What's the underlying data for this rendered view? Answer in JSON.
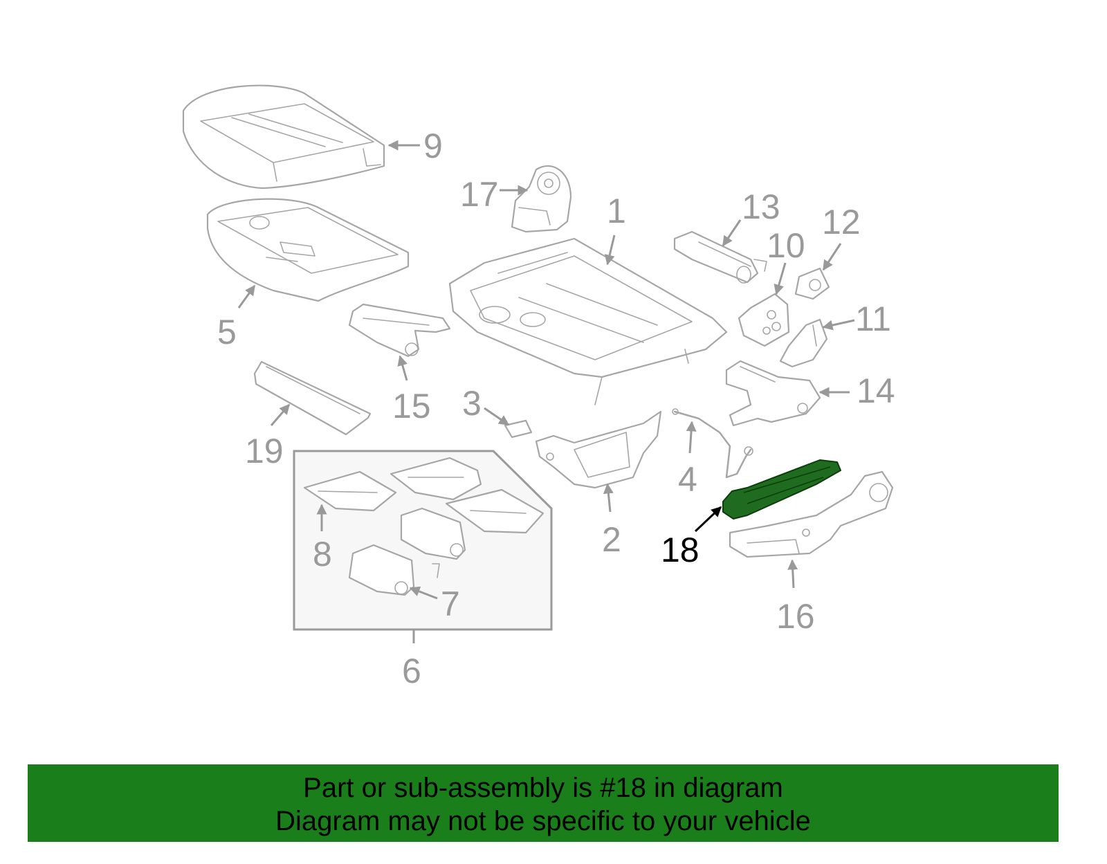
{
  "diagram": {
    "highlighted_part": "18",
    "callouts": [
      "1",
      "2",
      "3",
      "4",
      "5",
      "6",
      "7",
      "8",
      "9",
      "10",
      "11",
      "12",
      "13",
      "14",
      "15",
      "16",
      "17",
      "18",
      "19"
    ],
    "colors": {
      "highlight": "#1f6b1f",
      "banner": "#1a7f1a",
      "line": "#a6a6a6",
      "label": "#9a9a9a"
    }
  },
  "banner": {
    "line1": "Part or sub-assembly is #18 in diagram",
    "line2": "Diagram may not be specific to your vehicle"
  }
}
